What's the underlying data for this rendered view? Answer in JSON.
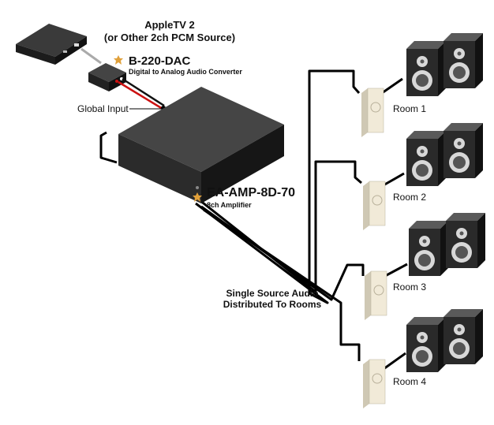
{
  "source": {
    "line1": "AppleTV 2",
    "line2": "(or Other 2ch PCM Source)"
  },
  "dac": {
    "name": "B-220-DAC",
    "description": "Digital to Analog Audio Converter"
  },
  "global_input": "Global Input",
  "amp": {
    "name": "EA-AMP-8D-70",
    "description": "8ch Amplifier"
  },
  "distribution": {
    "line1": "Single Source Audio",
    "line2": "Distributed To Rooms"
  },
  "rooms": [
    "Room 1",
    "Room 2",
    "Room 3",
    "Room 4"
  ],
  "colors": {
    "device_body": "#2f2f2f",
    "speaker_body": "#2a2a2a",
    "wall_plate": "#f1ead8",
    "cable": "#000000",
    "red_cable": "#cc1111",
    "accent_star": "#e0a03a"
  }
}
